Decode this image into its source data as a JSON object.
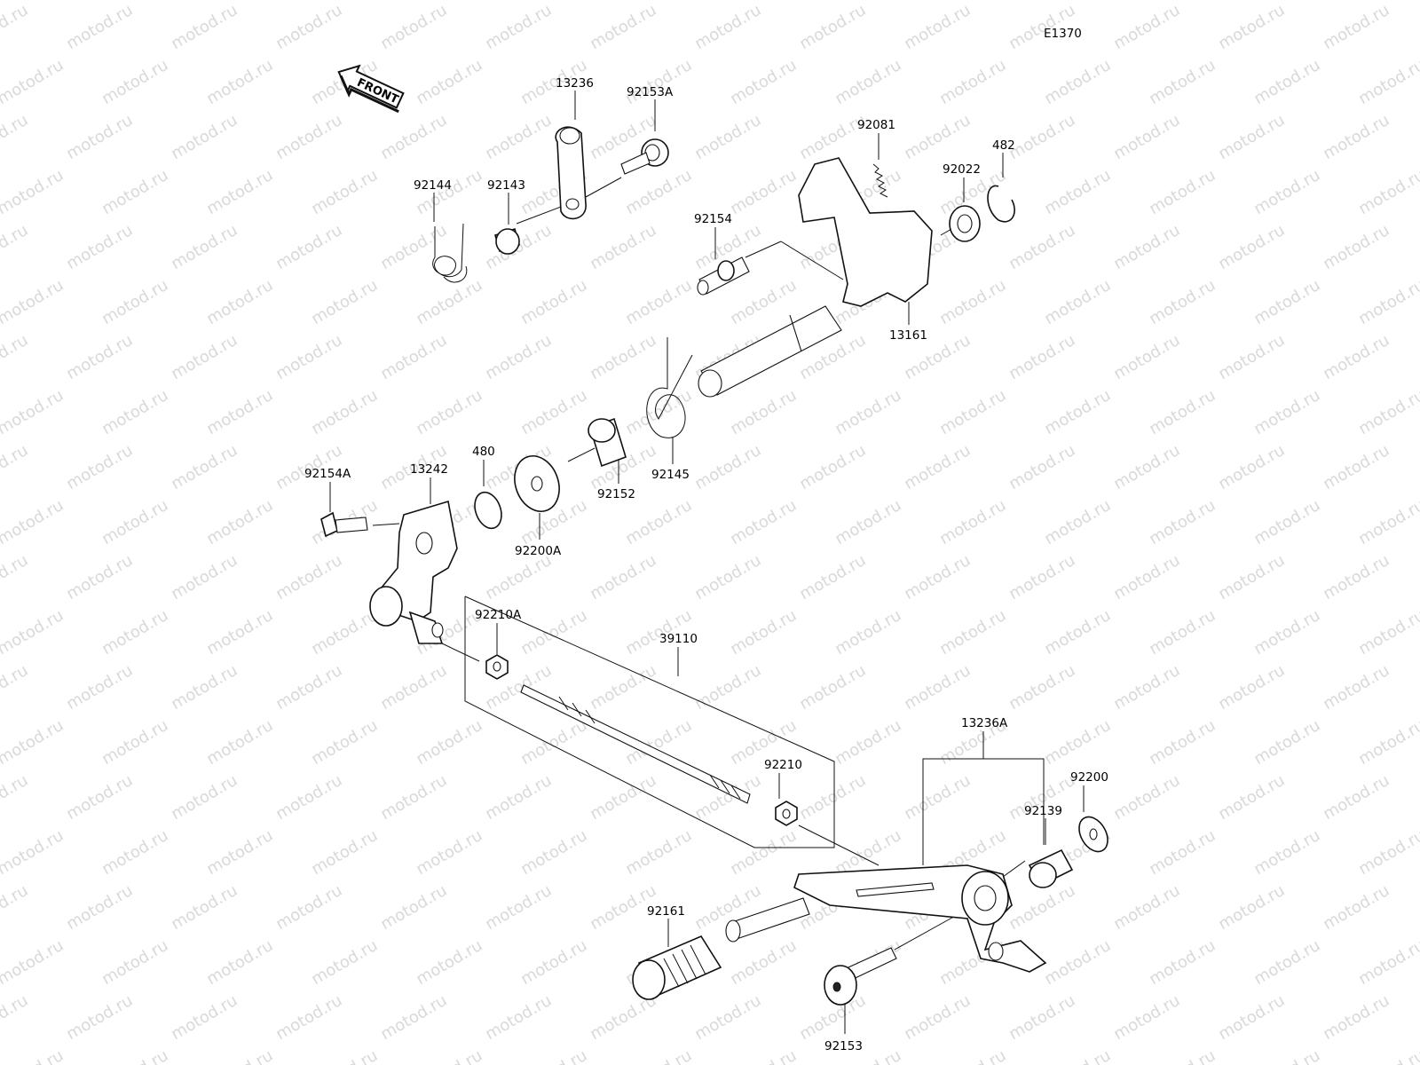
{
  "diagram": {
    "code": "E1370",
    "front_label": "FRONT",
    "watermark_text": "motod.ru",
    "parts": [
      {
        "key": "p13236",
        "number": "13236"
      },
      {
        "key": "p92153A",
        "number": "92153A"
      },
      {
        "key": "p92144",
        "number": "92144"
      },
      {
        "key": "p92143",
        "number": "92143"
      },
      {
        "key": "p92081",
        "number": "92081"
      },
      {
        "key": "p482",
        "number": "482"
      },
      {
        "key": "p92022",
        "number": "92022"
      },
      {
        "key": "p92154",
        "number": "92154"
      },
      {
        "key": "p13161",
        "number": "13161"
      },
      {
        "key": "p92154A",
        "number": "92154A"
      },
      {
        "key": "p13242",
        "number": "13242"
      },
      {
        "key": "p480",
        "number": "480"
      },
      {
        "key": "p92200A",
        "number": "92200A"
      },
      {
        "key": "p92152",
        "number": "92152"
      },
      {
        "key": "p92145",
        "number": "92145"
      },
      {
        "key": "p92210A",
        "number": "92210A"
      },
      {
        "key": "p39110",
        "number": "39110"
      },
      {
        "key": "p92210",
        "number": "92210"
      },
      {
        "key": "p13236A",
        "number": "13236A"
      },
      {
        "key": "p92139",
        "number": "92139"
      },
      {
        "key": "p92200",
        "number": "92200"
      },
      {
        "key": "p92161",
        "number": "92161"
      },
      {
        "key": "p92153",
        "number": "92153"
      }
    ]
  }
}
